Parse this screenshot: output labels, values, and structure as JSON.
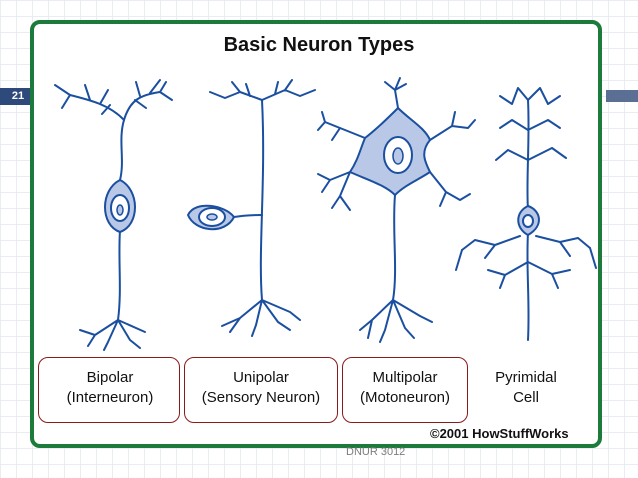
{
  "slide": {
    "number": "21"
  },
  "diagram": {
    "title": "Basic Neuron Types",
    "types": [
      {
        "name": "Bipolar",
        "detail": "(Interneuron)"
      },
      {
        "name": "Unipolar",
        "detail": "(Sensory Neuron)"
      },
      {
        "name": "Multipolar",
        "detail": "(Motoneuron)"
      },
      {
        "name": "Pyrimidal",
        "detail": "Cell"
      }
    ],
    "copyright": "©2001 HowStuffWorks"
  },
  "footer": {
    "text": "DNUR 3012"
  },
  "colors": {
    "frame": "#1c7a3a",
    "neuron_line": "#1b4fa0",
    "cell_fill": "#b9c8e6",
    "highlight_box": "#8a1b1b"
  }
}
